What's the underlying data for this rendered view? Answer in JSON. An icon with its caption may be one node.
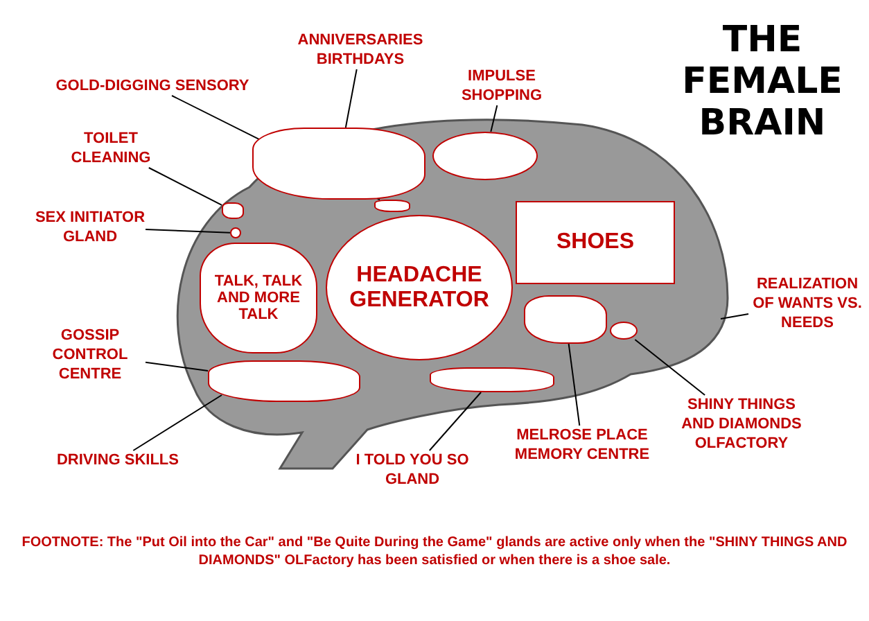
{
  "diagram": {
    "title": "THE FEMALE BRAIN",
    "caption": "FOOTNOTE: The \"Put Oil into the Car\" and \"Be Quite During the Game\" glands are active only when the \"SHINY THINGS AND DIAMONDS\" OLFactory has been satisfied or when there is a shoe sale.",
    "nodes": [
      {
        "text": [],
        "shape": "brain"
      },
      {
        "text": [],
        "shape": "blob",
        "in": 0
      },
      {
        "text": [],
        "shape": "ellipse",
        "in": 0
      },
      {
        "text": [],
        "shape": "blob",
        "in": 0
      },
      {
        "text": [],
        "shape": "blob",
        "in": 0
      },
      {
        "text": [],
        "shape": "circle",
        "in": 0
      },
      {
        "text": [
          "TALK, TALK AND MORE TALK"
        ],
        "in": 0
      },
      {
        "text": [
          "HEADACHE GENERATOR"
        ],
        "in": 0
      },
      {
        "text": [
          "SHOES"
        ],
        "in": 0
      },
      {
        "text": [],
        "shape": "blob",
        "in": 0
      },
      {
        "text": [],
        "shape": "ellipse",
        "in": 0
      },
      {
        "text": [],
        "shape": "blob",
        "in": 0
      },
      {
        "text": [],
        "shape": "blob",
        "in": 0
      },
      {
        "text": [
          "ANNIVERSARIES BIRTHDAYS"
        ]
      },
      {
        "text": [
          "IMPULSE SHOPPING"
        ]
      },
      {
        "text": [
          "GOLD-DIGGING SENSORY"
        ]
      },
      {
        "text": [
          "TOILET CLEANING"
        ]
      },
      {
        "text": [
          "SEX INITIATOR GLAND"
        ]
      },
      {
        "text": [
          "GOSSIP CONTROL CENTRE"
        ]
      },
      {
        "text": [
          "REALIZATION OF WANTS VS. NEEDS"
        ]
      },
      {
        "text": [
          "SHINY THINGS AND DIAMONDS OLFACTORY"
        ]
      },
      {
        "text": [
          "DRIVING SKILLS"
        ]
      },
      {
        "text": [
          "I TOLD YOU SO GLAND"
        ]
      },
      {
        "text": [
          "MELROSE PLACE MEMORY CENTRE"
        ]
      }
    ],
    "edges": [
      {
        "from": 13,
        "to": 1,
        "arrow": "none"
      },
      {
        "from": 14,
        "to": 2,
        "arrow": "none"
      },
      {
        "from": 15,
        "to": 3,
        "arrow": "none"
      },
      {
        "from": 16,
        "to": 4,
        "arrow": "none"
      },
      {
        "from": 17,
        "to": 5,
        "arrow": "none"
      },
      {
        "from": 18,
        "to": 12,
        "arrow": "none"
      },
      {
        "from": 19,
        "to": 0,
        "arrow": "none"
      },
      {
        "from": 20,
        "to": 10,
        "arrow": "none"
      },
      {
        "from": 21,
        "to": 0,
        "arrow": "none"
      },
      {
        "from": 22,
        "to": 11,
        "arrow": "none"
      },
      {
        "from": 23,
        "to": 9,
        "arrow": "none"
      }
    ]
  }
}
